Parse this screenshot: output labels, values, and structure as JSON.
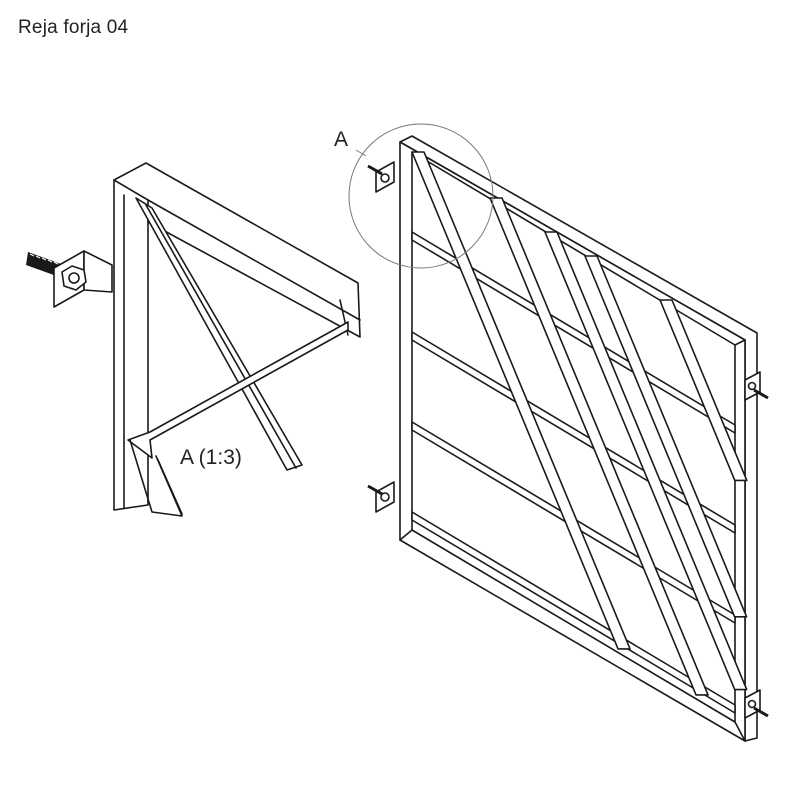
{
  "title": "Reja forja 04",
  "labels": {
    "callout": "A",
    "detail": "A (1:3)"
  }
}
